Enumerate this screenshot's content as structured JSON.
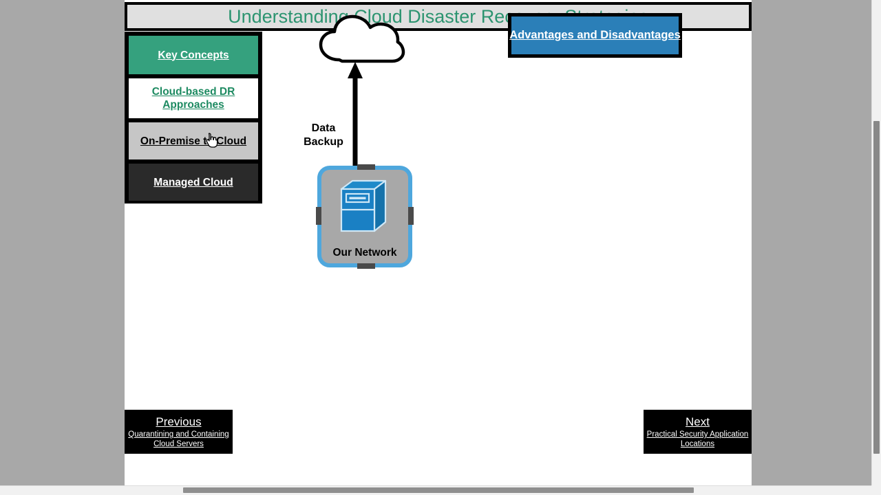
{
  "slide": {
    "title": "Understanding Cloud Disaster Recovery Strategies",
    "title_color": "#2c9470"
  },
  "sidebar": {
    "items": [
      {
        "label": "Key Concepts",
        "style": "green"
      },
      {
        "label": "Cloud-based DR Approaches",
        "style": "white"
      },
      {
        "label": "On-Premise to Cloud",
        "style": "gray"
      },
      {
        "label": "Managed Cloud",
        "style": "dark"
      }
    ]
  },
  "topbutton": {
    "label": "Advantages and Disadvantages",
    "color": "#2b7fb8"
  },
  "diagram": {
    "cloud_icon": "cloud-icon",
    "arrow_icon": "up-arrow-icon",
    "arrow_label": "Data Backup",
    "arrow_label_line1": "Data",
    "arrow_label_line2": "Backup",
    "network_label": "Our Network",
    "server_icon": "server-tower-icon",
    "box_color": "#a8a8a8",
    "box_border_color": "#4ea7dd",
    "server_color": "#1a80c4"
  },
  "navigation": {
    "previous": {
      "title": "Previous",
      "subtitle": "Quarantining and Containing Cloud Servers"
    },
    "next": {
      "title": "Next",
      "subtitle": "Practical Security Application Locations"
    }
  },
  "cursor": {
    "icon": "hand-pointer-cursor"
  }
}
